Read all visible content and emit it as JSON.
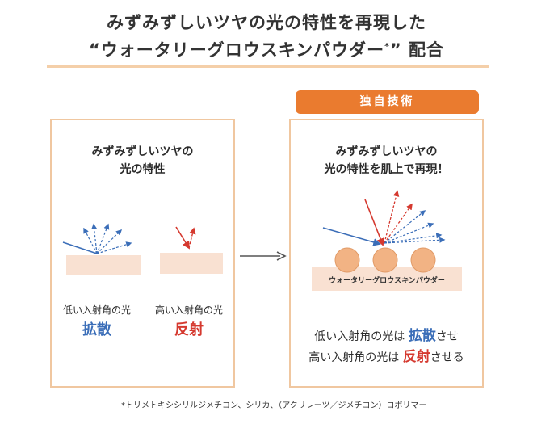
{
  "title": {
    "line1": "みずみずしいツヤの光の特性を再現した",
    "line2_main": "“ウォータリーグロウスキンパウダー",
    "line2_mark": "*",
    "line2_end": "” 配合"
  },
  "tag_label": "独自技術",
  "left_panel": {
    "heading_line1": "みずみずしいツヤの",
    "heading_line2": "光の特性",
    "low_angle_label": "低い入射角の光",
    "low_angle_effect": "拡散",
    "high_angle_label": "高い入射角の光",
    "high_angle_effect": "反射"
  },
  "right_panel": {
    "heading_line1": "みずみずしいツヤの",
    "heading_line2": "光の特性を肌上で再現！",
    "powder_label": "ウォータリーグロウスキンパウダー",
    "line1_prefix": "低い入射角の光は ",
    "line1_emph": "拡散",
    "line1_suffix": "させ",
    "line2_prefix": "高い入射角の光は ",
    "line2_emph": "反射",
    "line2_suffix": "させる"
  },
  "footnote": "*トリメトキシシリルジメチコン、シリカ、（アクリレーツ／ジメチコン）コポリマー",
  "colors": {
    "accent": "#ea7b2f",
    "panel_border": "#f0c7a0",
    "skin": "#f9e1d2",
    "sphere": "#f2b384",
    "blue": "#3b6eb8",
    "red": "#d5392f"
  }
}
